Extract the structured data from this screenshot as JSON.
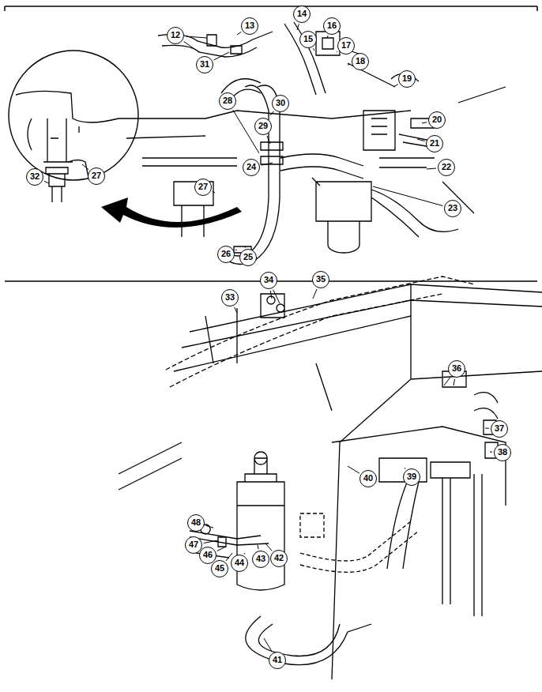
{
  "diagram": {
    "labels": [
      "32",
      "27",
      "12",
      "31",
      "13",
      "14",
      "15",
      "16",
      "17",
      "18",
      "19",
      "20",
      "21",
      "22",
      "23",
      "30",
      "28",
      "29",
      "24",
      "27",
      "26",
      "25",
      "33",
      "34",
      "35",
      "36",
      "37",
      "38",
      "39",
      "40",
      "48",
      "47",
      "46",
      "45",
      "44",
      "43",
      "42",
      "41"
    ]
  }
}
